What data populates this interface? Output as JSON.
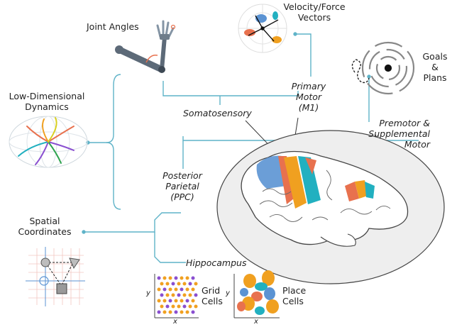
{
  "labels": {
    "joint_angles": "Joint Angles",
    "velocity_force_1": "Velocity/Force",
    "velocity_force_2": "Vectors",
    "goals_1": "Goals",
    "goals_2": "&",
    "goals_3": "Plans",
    "low_dim_1": "Low-Dimensional",
    "low_dim_2": "Dynamics",
    "primary_motor_1": "Primary",
    "primary_motor_2": "Motor",
    "primary_motor_3": "(M1)",
    "somatosensory": "Somatosensory",
    "premotor_1": "Premotor &",
    "premotor_2": "Supplemental",
    "premotor_3": "Motor",
    "ppc_1": "Posterior",
    "ppc_2": "Parietal",
    "ppc_3": "(PPC)",
    "spatial_1": "Spatial",
    "spatial_2": "Coordinates",
    "hippocampus": "Hippocampus",
    "grid_1": "Grid",
    "grid_2": "Cells",
    "place_1": "Place",
    "place_2": "Cells",
    "axis_x": "x",
    "axis_y": "y"
  },
  "colors": {
    "connector": "#5fb3c8",
    "orange": "#f0a020",
    "teal": "#22b0c0",
    "salmon": "#e8714e",
    "blue": "#5b93d3",
    "purple": "#8a4fd0",
    "gray_dark": "#5d6a78",
    "brain_outline": "#444444",
    "ellipse_fill": "#eeeeee"
  }
}
